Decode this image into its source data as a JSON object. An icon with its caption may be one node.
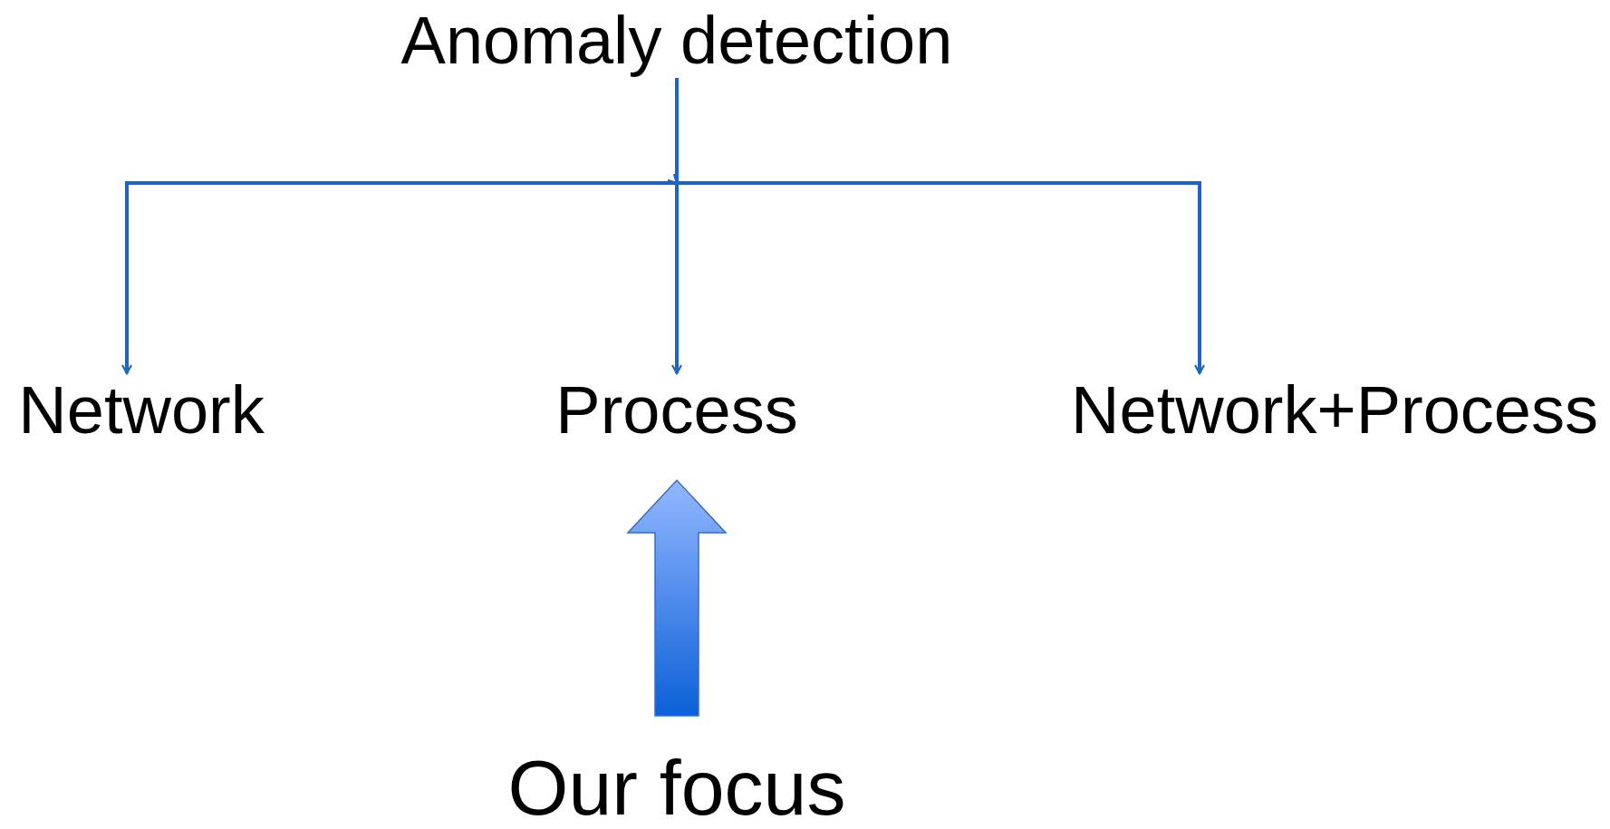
{
  "diagram": {
    "nodes": [
      {
        "text": [
          "Anomaly detection"
        ]
      },
      {
        "text": [
          "Network"
        ]
      },
      {
        "text": [
          "Process"
        ]
      },
      {
        "text": [
          "Network+Process"
        ]
      },
      {
        "text": [
          "Our focus"
        ]
      }
    ],
    "edges": [
      {
        "from": 0,
        "to": 1,
        "arrow": "to"
      },
      {
        "from": 0,
        "to": 2,
        "arrow": "to"
      },
      {
        "from": 0,
        "to": 3,
        "arrow": "to"
      },
      {
        "from": 4,
        "to": 2,
        "arrow": "to",
        "style": "thick"
      }
    ]
  }
}
